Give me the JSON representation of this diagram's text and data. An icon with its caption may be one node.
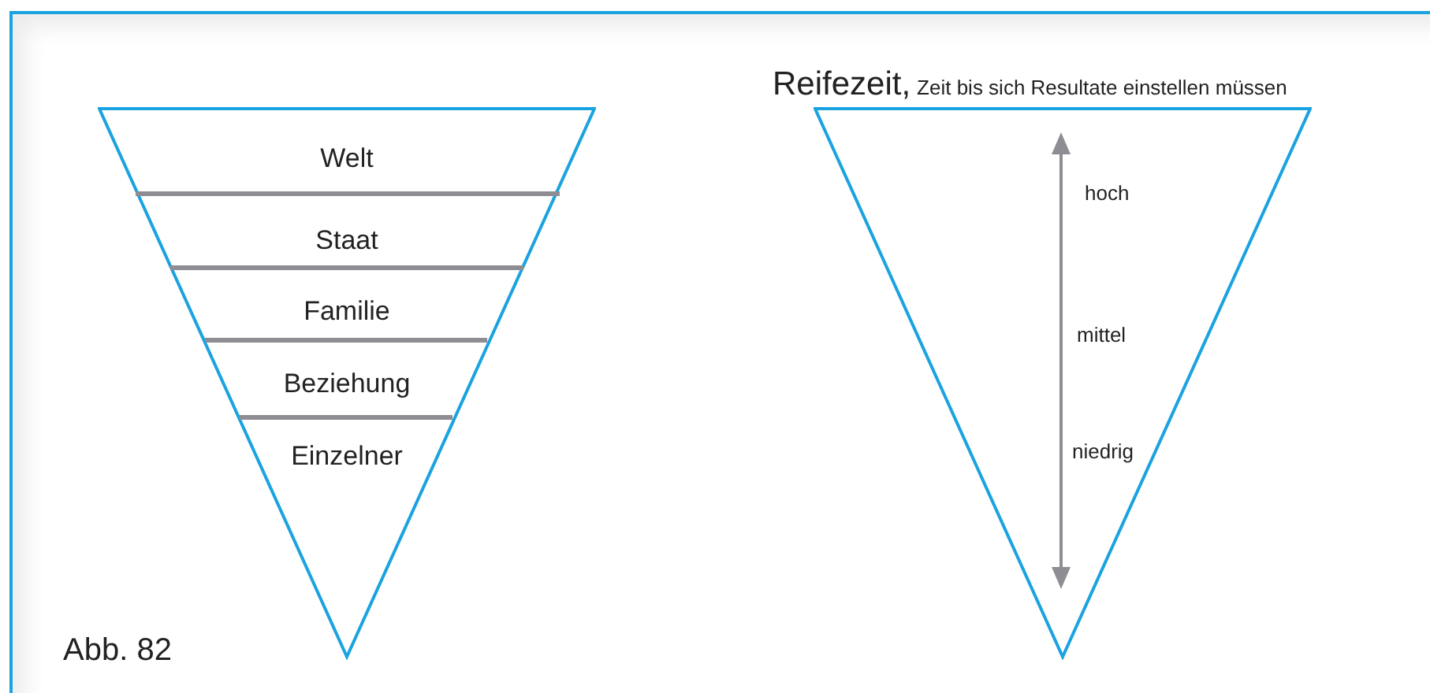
{
  "diagram": {
    "nodes": [
      {
        "text": [],
        "shape": "triangle"
      },
      {
        "text": [
          "Welt"
        ],
        "in": 0
      },
      {
        "text": [
          "Staat"
        ],
        "in": 0
      },
      {
        "text": [
          "Familie"
        ],
        "in": 0
      },
      {
        "text": [
          "Beziehung"
        ],
        "in": 0
      },
      {
        "text": [
          "Einzelner"
        ],
        "in": 0
      },
      {
        "text": [
          "Reifezeit,",
          "Zeit bis sich Resultate einstellen müssen"
        ]
      }
    ],
    "labels": [
      "hoch",
      "mittel",
      "niedrig",
      "Abb. 82"
    ]
  }
}
